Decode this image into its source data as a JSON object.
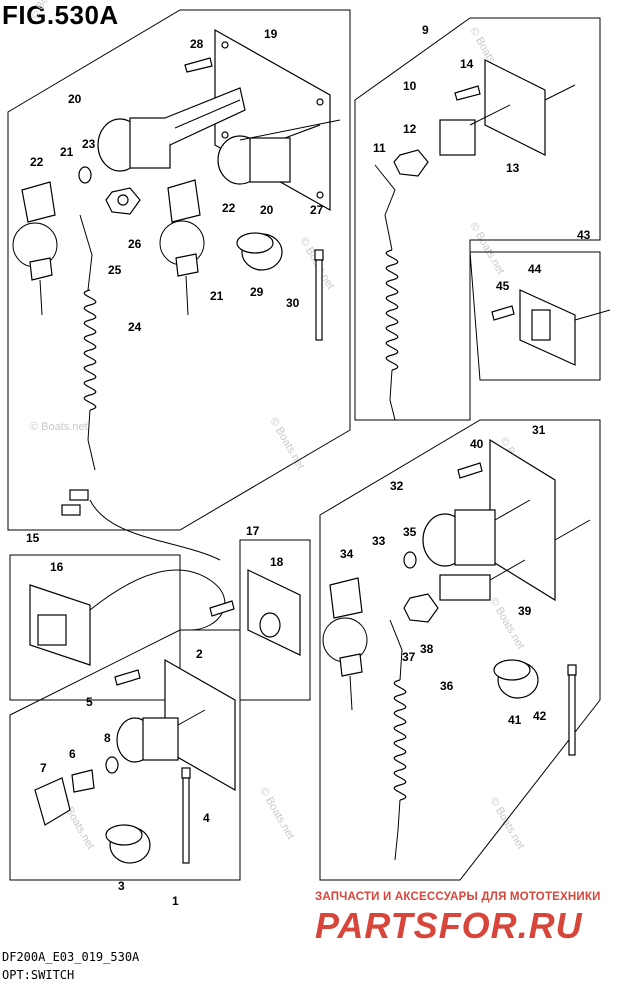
{
  "figure": {
    "title": "FIG.530A",
    "code": "DF200A_E03_019_530A",
    "subtitle": "OPT:SWITCH"
  },
  "watermark": {
    "text": "© Boats.net"
  },
  "shop": {
    "tagline": "ЗАПЧАСТИ И АКСЕССУАРЫ ДЛЯ МОТОТЕХНИКИ",
    "logo_text": "PARTSFOR.RU",
    "color": "#d8453a"
  },
  "callouts": [
    "28",
    "19",
    "20",
    "23",
    "22",
    "21",
    "26",
    "25",
    "24",
    "22",
    "20",
    "27",
    "21",
    "29",
    "30",
    "9",
    "14",
    "10",
    "12",
    "11",
    "13",
    "43",
    "44",
    "45",
    "31",
    "40",
    "32",
    "35",
    "34",
    "33",
    "39",
    "37",
    "38",
    "36",
    "41",
    "42",
    "15",
    "16",
    "17",
    "18",
    "2",
    "5",
    "6",
    "8",
    "7",
    "4",
    "3",
    "1"
  ]
}
